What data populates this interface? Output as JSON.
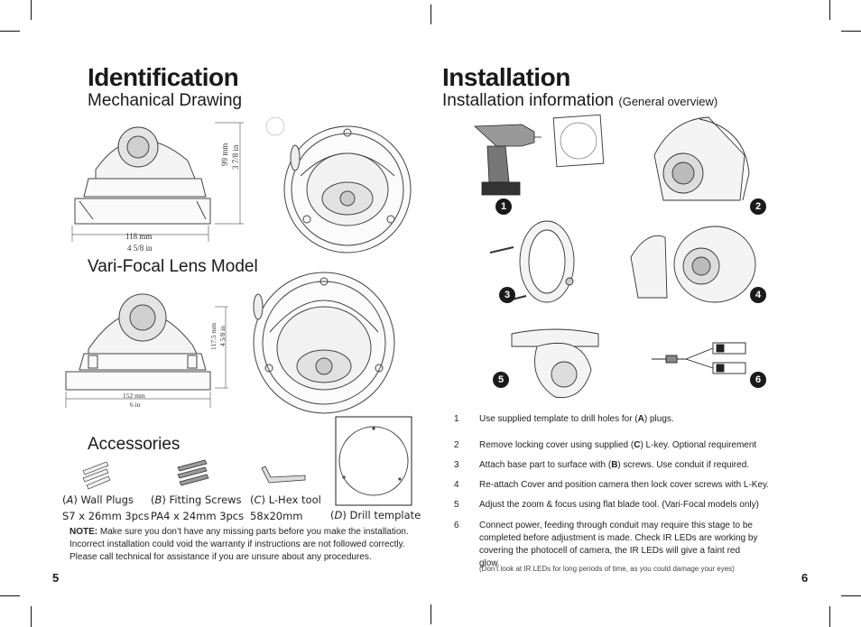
{
  "left_page": {
    "title": "Identification",
    "mech_subtitle": "Mechanical Drawing",
    "varifocal_subtitle": "Vari-Focal Lens Model",
    "accessories_subtitle": "Accessories",
    "dims": {
      "mech_width_mm": "118 mm",
      "mech_width_in": "4 5/8 in",
      "mech_height_mm": "99 mm",
      "mech_height_in": "3 7/8 in",
      "vf_width_mm": "152 mm",
      "vf_width_in": "6 in",
      "vf_height_mm": "117.5 mm",
      "vf_height_in": "4 5/8 in"
    },
    "accessories": [
      {
        "letter": "A",
        "name": "Wall Plugs",
        "spec": "S7 x 26mm 3pcs"
      },
      {
        "letter": "B",
        "name": "Fitting Screws",
        "spec": "PA4 x 24mm 3pcs"
      },
      {
        "letter": "C",
        "name": "L-Hex tool",
        "spec": "58x20mm"
      },
      {
        "letter": "D",
        "name": "Drill template",
        "spec": ""
      }
    ],
    "note_label": "NOTE:",
    "note_text": "Make sure you don’t have any missing parts before you make the installation.",
    "note_line2": "Incorrect installation could void the warranty if instructions are not followed correctly.",
    "note_line3": "Please call technical for assistance if you are unsure about any procedures.",
    "page_number": "5"
  },
  "right_page": {
    "title": "Installation",
    "subtitle": "Installation information",
    "subtitle_small": "(General overview)",
    "badges": [
      "1",
      "2",
      "3",
      "4",
      "5",
      "6"
    ],
    "steps": [
      {
        "num": "1",
        "pre": "Use supplied template to drill holes for (",
        "bold": "A",
        "post": ") plugs."
      },
      {
        "num": "2",
        "pre": "Remove locking cover using supplied (",
        "bold": "C",
        "post": ") L-key. Optional requirement"
      },
      {
        "num": "3",
        "pre": "Attach base part to surface with (",
        "bold": "B",
        "post": ") screws. Use conduit if required."
      },
      {
        "num": "4",
        "pre": "Re-attach Cover and position camera then lock cover screws with L-Key.",
        "bold": "",
        "post": ""
      },
      {
        "num": "5",
        "pre": "Adjust the zoom & focus using flat blade tool. (Vari-Focal models only)",
        "bold": "",
        "post": ""
      },
      {
        "num": "6",
        "pre": "Connect power, feeding through conduit may require this stage to be completed before adjustment is made. Check IR LEDs are working by covering the photocell of camera, the IR LEDs will give a faint red glow.",
        "bold": "",
        "post": ""
      }
    ],
    "warning": "(Don’t look at IR LEDs for long periods of time, as you could damage your eyes)",
    "page_number": "6"
  },
  "colors": {
    "ink": "#1a1a1a",
    "line": "#555555",
    "light": "#bbbbbb"
  }
}
